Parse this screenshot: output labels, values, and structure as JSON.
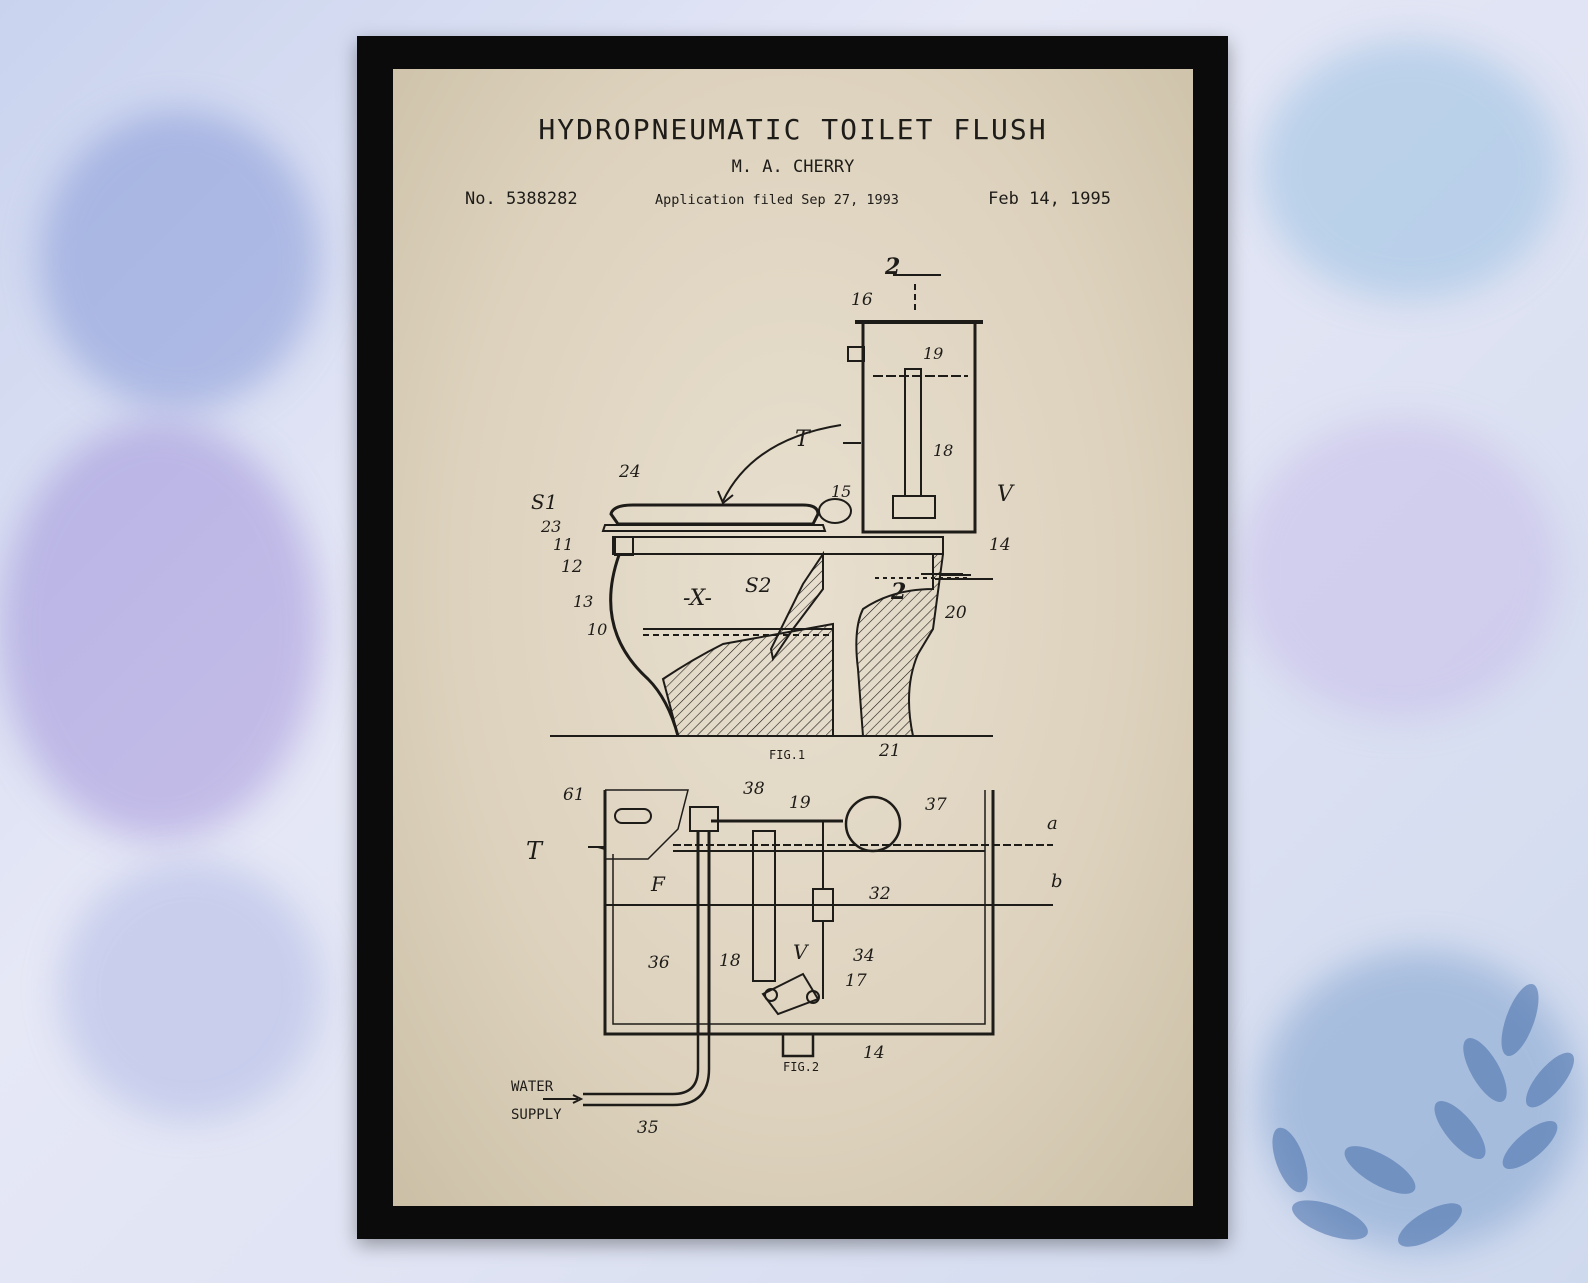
{
  "patent": {
    "title": "HYDROPNEUMATIC TOILET FLUSH",
    "inventor": "M. A. CHERRY",
    "number": "No. 5388282",
    "filed": "Application filed Sep 27, 1993",
    "date": "Feb 14, 1995"
  },
  "figures": {
    "fig1": {
      "caption": "FIG.1",
      "labels": {
        "l2": "2",
        "l16": "16",
        "l19": "19",
        "lT": "T",
        "l18": "18",
        "lV": "V",
        "l24": "24",
        "lS1": "S1",
        "l15": "15",
        "l23": "23",
        "l11": "11",
        "l14": "14",
        "l12": "12",
        "lX": "-X-",
        "lS2": "S2",
        "l2b": "2",
        "l13": "13",
        "l20": "20",
        "l10": "10",
        "l21": "21"
      }
    },
    "fig2": {
      "caption": "FIG.2",
      "labels": {
        "l61": "61",
        "l38": "38",
        "l19": "19",
        "l37": "37",
        "la": "a",
        "lT": "T",
        "lF": "F",
        "lb": "b",
        "l32": "32",
        "l36": "36",
        "l18": "18",
        "lV": "V",
        "l34": "34",
        "l17": "17",
        "l14": "14",
        "water": "WATER",
        "supply": "SUPPLY",
        "l35": "35"
      }
    }
  },
  "colors": {
    "frame": "#0b0b0b",
    "paper": "#e2d8c5",
    "ink": "#1e1c19",
    "background": "#d8ddf1"
  }
}
